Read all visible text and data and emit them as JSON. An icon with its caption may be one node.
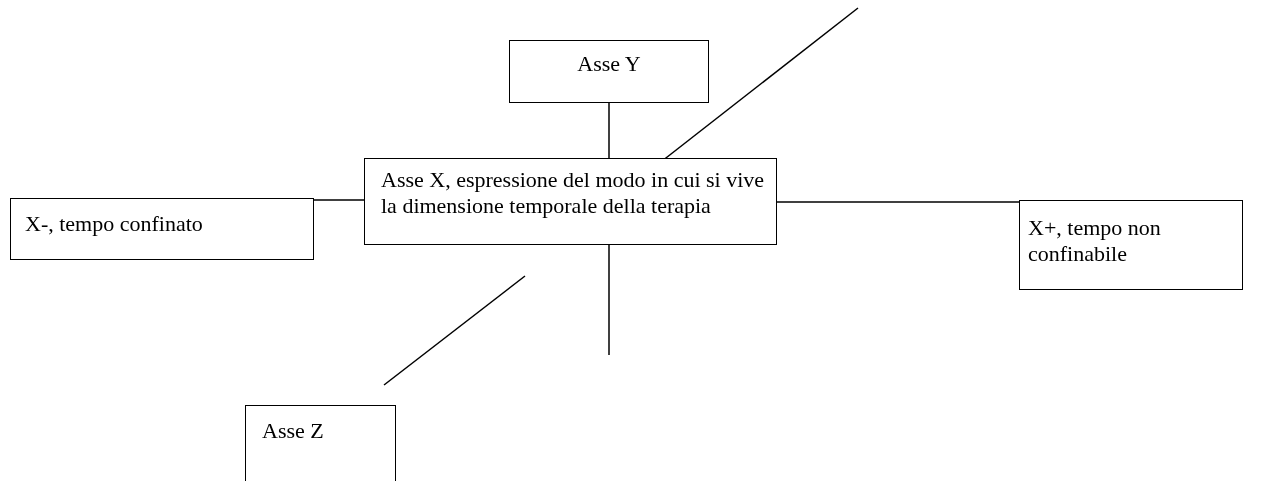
{
  "diagram": {
    "nodes": [
      {
        "text": [
          "Asse Y"
        ]
      },
      {
        "text": [
          "Asse X, espressione del modo in cui si vive la dimensione temporale della terapia"
        ]
      },
      {
        "text": [
          "X-, tempo confinato"
        ]
      },
      {
        "text": [
          "X+, tempo non confinabile"
        ]
      },
      {
        "text": [
          "Asse Z"
        ]
      }
    ],
    "edges": [
      {
        "from": 0,
        "to": 1,
        "arrow": "none"
      },
      {
        "from": 2,
        "to": 1,
        "arrow": "none"
      },
      {
        "from": 1,
        "to": 3,
        "arrow": "none"
      }
    ]
  }
}
